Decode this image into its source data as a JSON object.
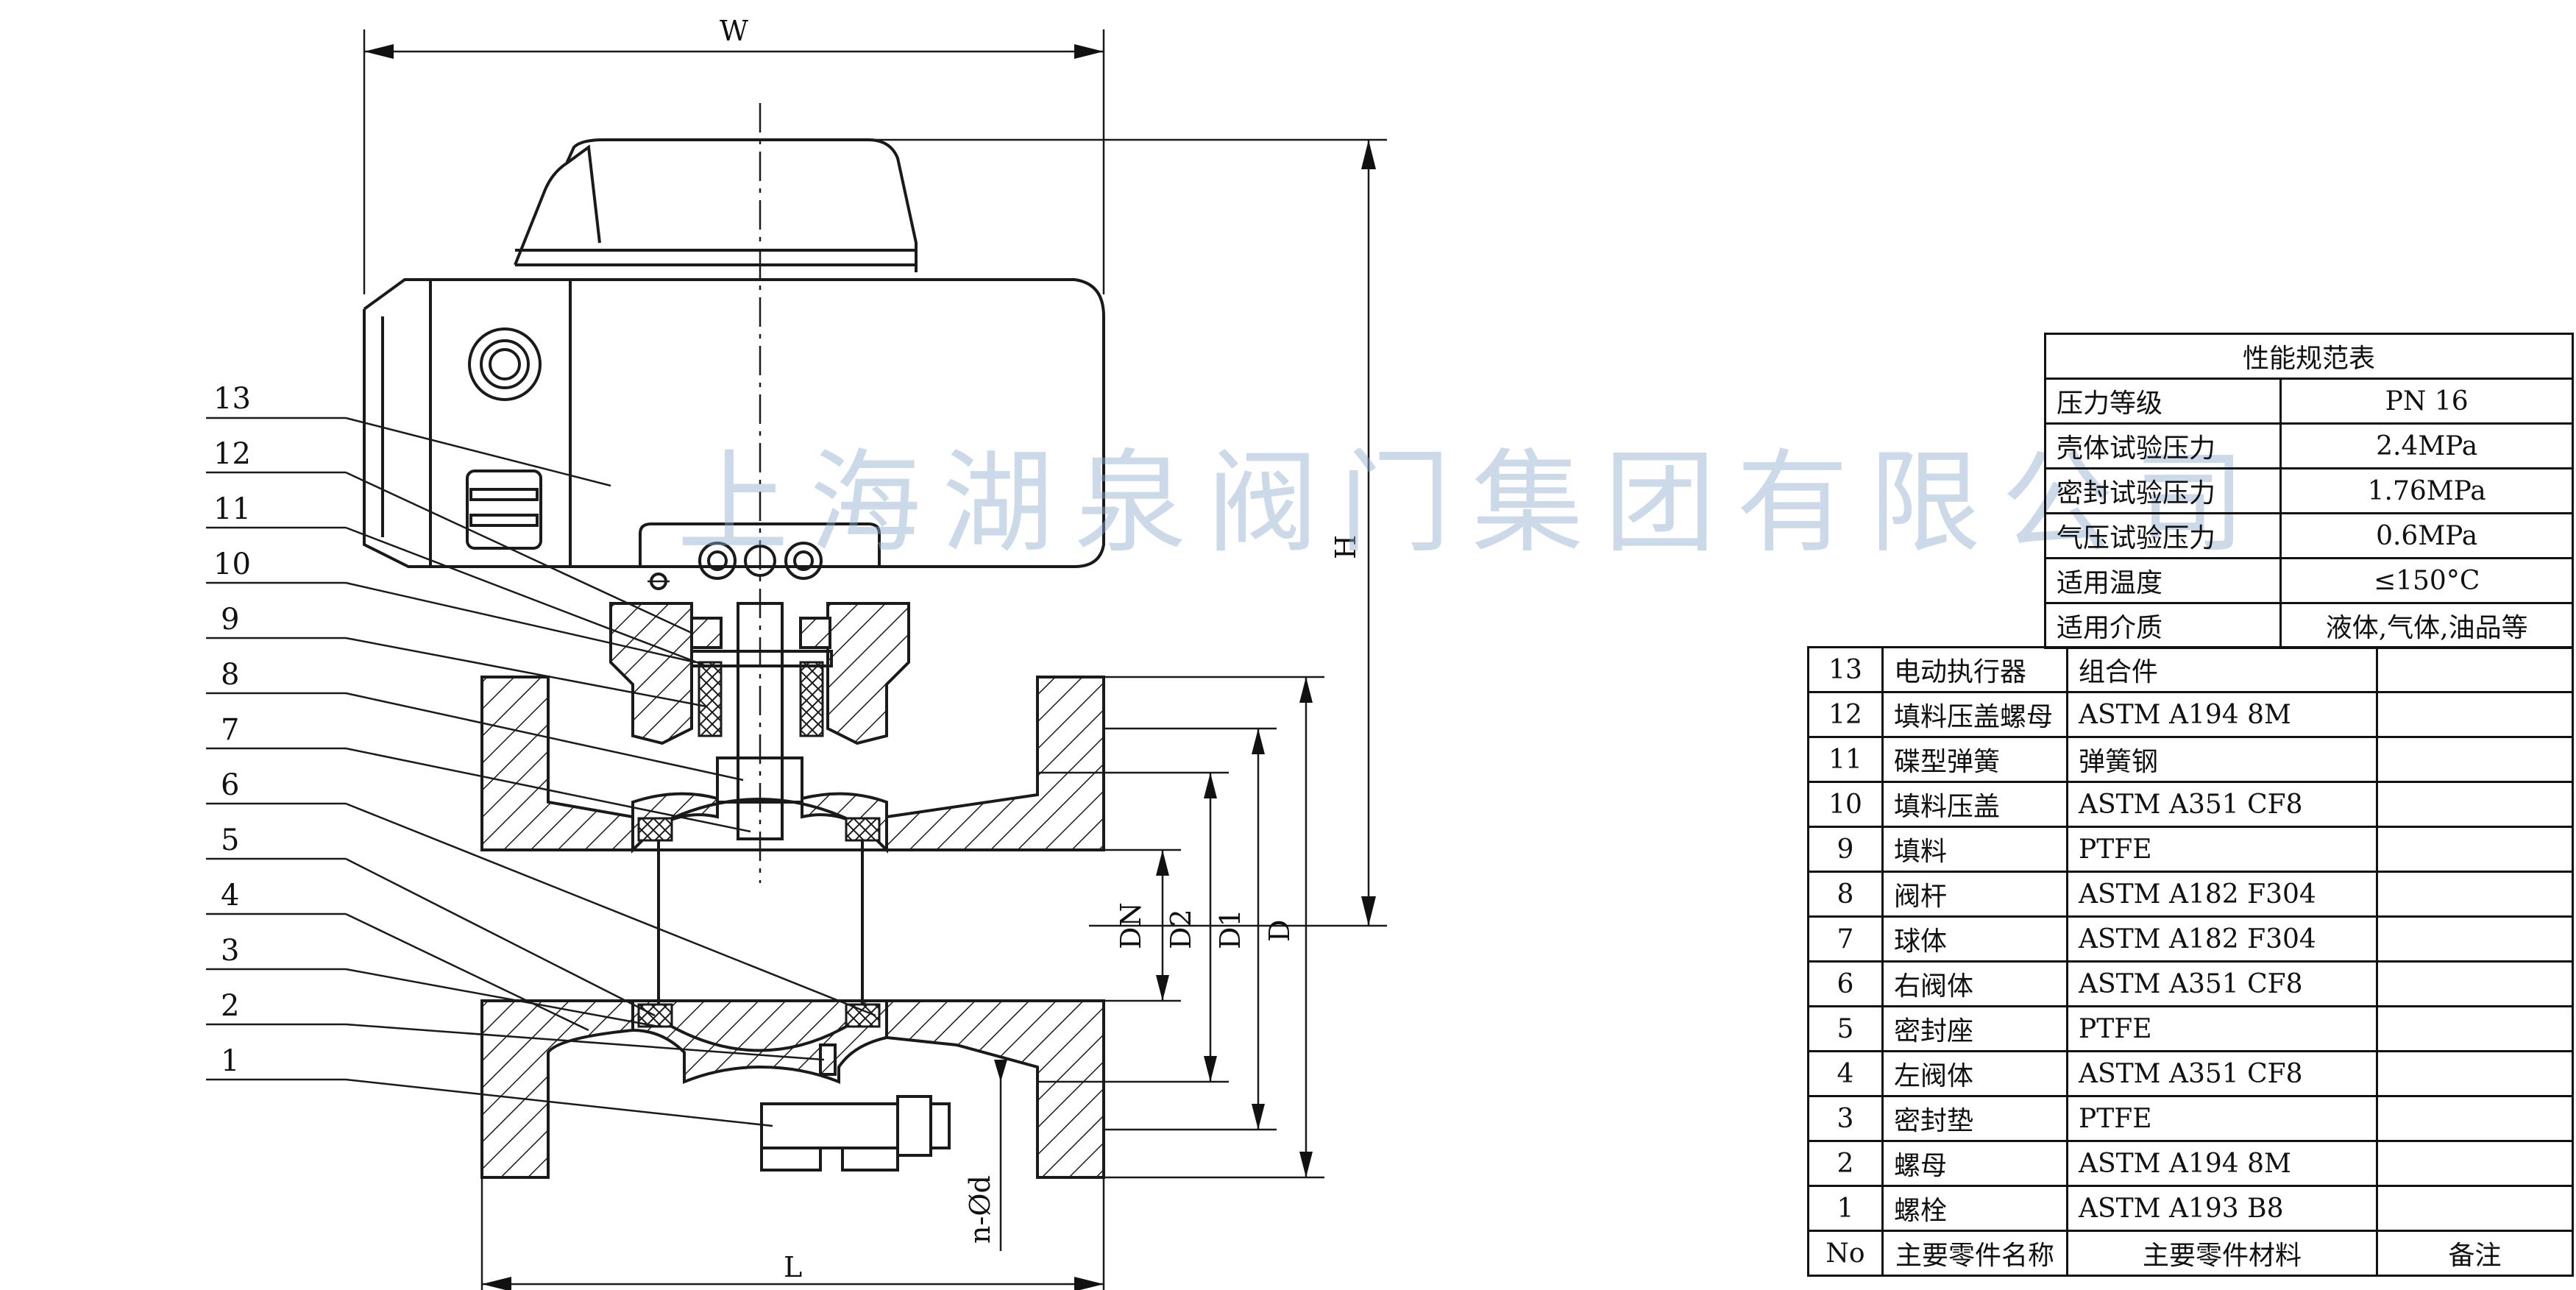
{
  "title": "",
  "watermark": "上海湖泉阀门集团有限公司",
  "dimensions": {
    "W": "W",
    "H": "H",
    "L": "L",
    "DN": "DN",
    "D2": "D2",
    "D1": "D1",
    "D": "D",
    "nod": "n-Ød"
  },
  "callouts": [
    "13",
    "12",
    "11",
    "10",
    "9",
    "8",
    "7",
    "6",
    "5",
    "4",
    "3",
    "2",
    "1"
  ],
  "spec_table": {
    "title": "性能规范表",
    "rows": [
      {
        "label": "压力等级",
        "value": "PN 16"
      },
      {
        "label": "壳体试验压力",
        "value": "2.4MPa"
      },
      {
        "label": "密封试验压力",
        "value": "1.76MPa"
      },
      {
        "label": "气压试验压力",
        "value": "0.6MPa"
      },
      {
        "label": "适用温度",
        "value": "≤150°C"
      },
      {
        "label": "适用介质",
        "value": "液体,气体,油品等"
      }
    ]
  },
  "parts_table": {
    "header": {
      "no": "No",
      "name": "主要零件名称",
      "material": "主要零件材料",
      "note": "备注"
    },
    "rows": [
      {
        "no": "13",
        "name": "电动执行器",
        "material": "组合件",
        "note": ""
      },
      {
        "no": "12",
        "name": "填料压盖螺母",
        "material": "ASTM A194 8M",
        "note": ""
      },
      {
        "no": "11",
        "name": "碟型弹簧",
        "material": "弹簧钢",
        "note": ""
      },
      {
        "no": "10",
        "name": "填料压盖",
        "material": "ASTM A351 CF8",
        "note": ""
      },
      {
        "no": "9",
        "name": "填料",
        "material": "PTFE",
        "note": ""
      },
      {
        "no": "8",
        "name": "阀杆",
        "material": "ASTM A182 F304",
        "note": ""
      },
      {
        "no": "7",
        "name": "球体",
        "material": "ASTM A182 F304",
        "note": ""
      },
      {
        "no": "6",
        "name": "右阀体",
        "material": "ASTM A351 CF8",
        "note": ""
      },
      {
        "no": "5",
        "name": "密封座",
        "material": "PTFE",
        "note": ""
      },
      {
        "no": "4",
        "name": "左阀体",
        "material": "ASTM A351 CF8",
        "note": ""
      },
      {
        "no": "3",
        "name": "密封垫",
        "material": "PTFE",
        "note": ""
      },
      {
        "no": "2",
        "name": "螺母",
        "material": "ASTM A194 8M",
        "note": ""
      },
      {
        "no": "1",
        "name": "螺栓",
        "material": "ASTM A193 B8",
        "note": ""
      }
    ]
  }
}
